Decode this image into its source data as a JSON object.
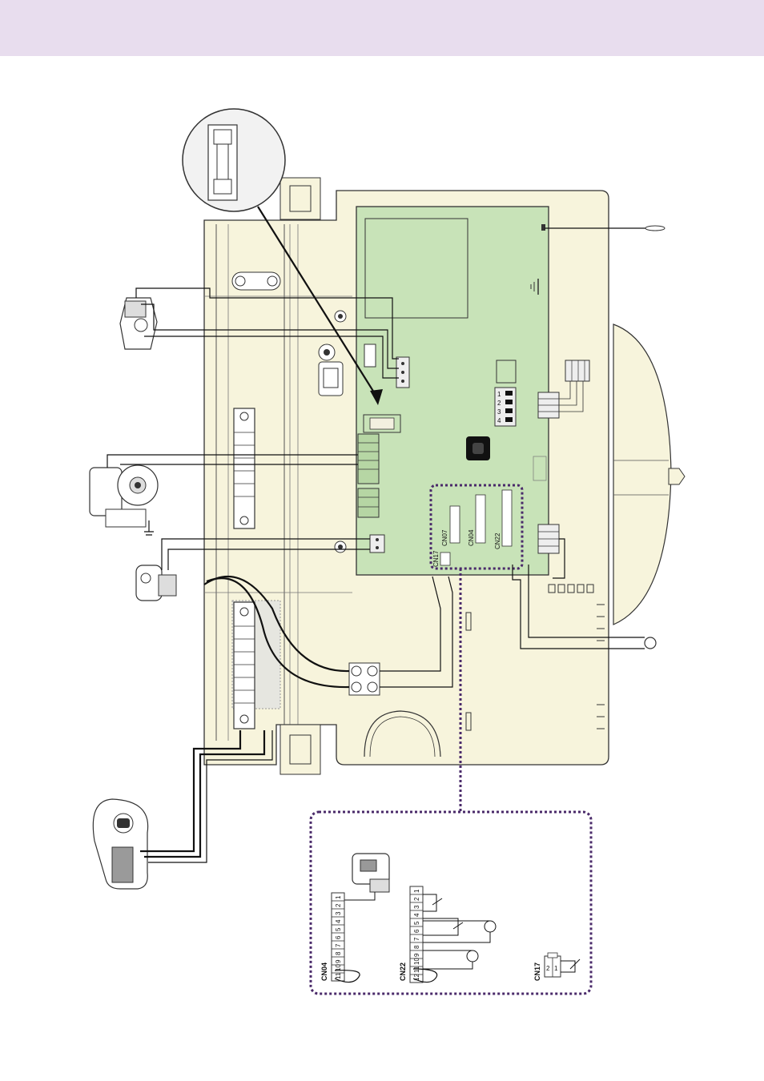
{
  "colors": {
    "header_band": "#e8ddee",
    "enclosure": "#f7f4dc",
    "pcb": "#c8e3b8",
    "callout_border": "#4a2a6a",
    "wire": "#111111"
  },
  "pcb": {
    "switch_numbers": [
      "1",
      "2",
      "3",
      "4"
    ]
  },
  "board_connectors": {
    "cn07": "CN07",
    "cn04": "CN04",
    "cn22": "CN22",
    "cn17": "CN17"
  },
  "detail": {
    "cn04": {
      "label": "CN04",
      "pins": [
        "11",
        "10",
        "9",
        "8",
        "7",
        "6",
        "5",
        "4",
        "3",
        "2",
        "1"
      ]
    },
    "cn22": {
      "label": "CN22",
      "pins": [
        "12",
        "11",
        "10",
        "9",
        "8",
        "7",
        "6",
        "5",
        "4",
        "3",
        "2",
        "1"
      ]
    },
    "cn17": {
      "label": "CN17",
      "pins": [
        "2",
        "1"
      ]
    }
  }
}
